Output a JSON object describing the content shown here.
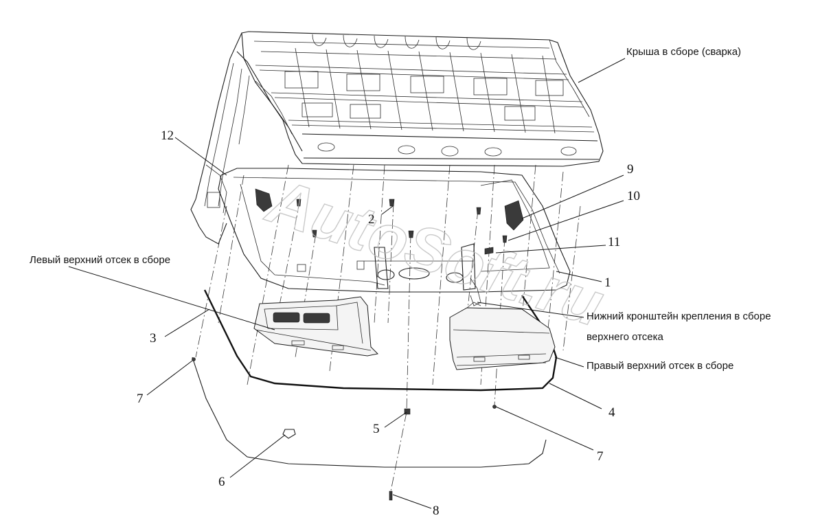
{
  "diagram": {
    "part_labels": [
      {
        "id": "label-1",
        "text": "1"
      },
      {
        "id": "label-2",
        "text": "2"
      },
      {
        "id": "label-3",
        "text": "3"
      },
      {
        "id": "label-4",
        "text": "4"
      },
      {
        "id": "label-5",
        "text": "5"
      },
      {
        "id": "label-6",
        "text": "6"
      },
      {
        "id": "label-7a",
        "text": "7"
      },
      {
        "id": "label-7b",
        "text": "7"
      },
      {
        "id": "label-8",
        "text": "8"
      },
      {
        "id": "label-9",
        "text": "9"
      },
      {
        "id": "label-10",
        "text": "10"
      },
      {
        "id": "label-11",
        "text": "11"
      },
      {
        "id": "label-12",
        "text": "12"
      }
    ],
    "callouts": {
      "roof": "Крыша в сборе (сварка)",
      "left_compartment": "Левый верхний отсек в сборе",
      "bracket_line1": "Нижний кронштейн крепления в сборе",
      "bracket_line2": "верхнего отсека",
      "right_compartment": "Правый верхний отсек в сборе"
    },
    "watermark": "AutoSoft.ru"
  },
  "colors": {
    "line": "#1a1a1a",
    "background": "#ffffff",
    "watermark": "#b8b8b8"
  }
}
